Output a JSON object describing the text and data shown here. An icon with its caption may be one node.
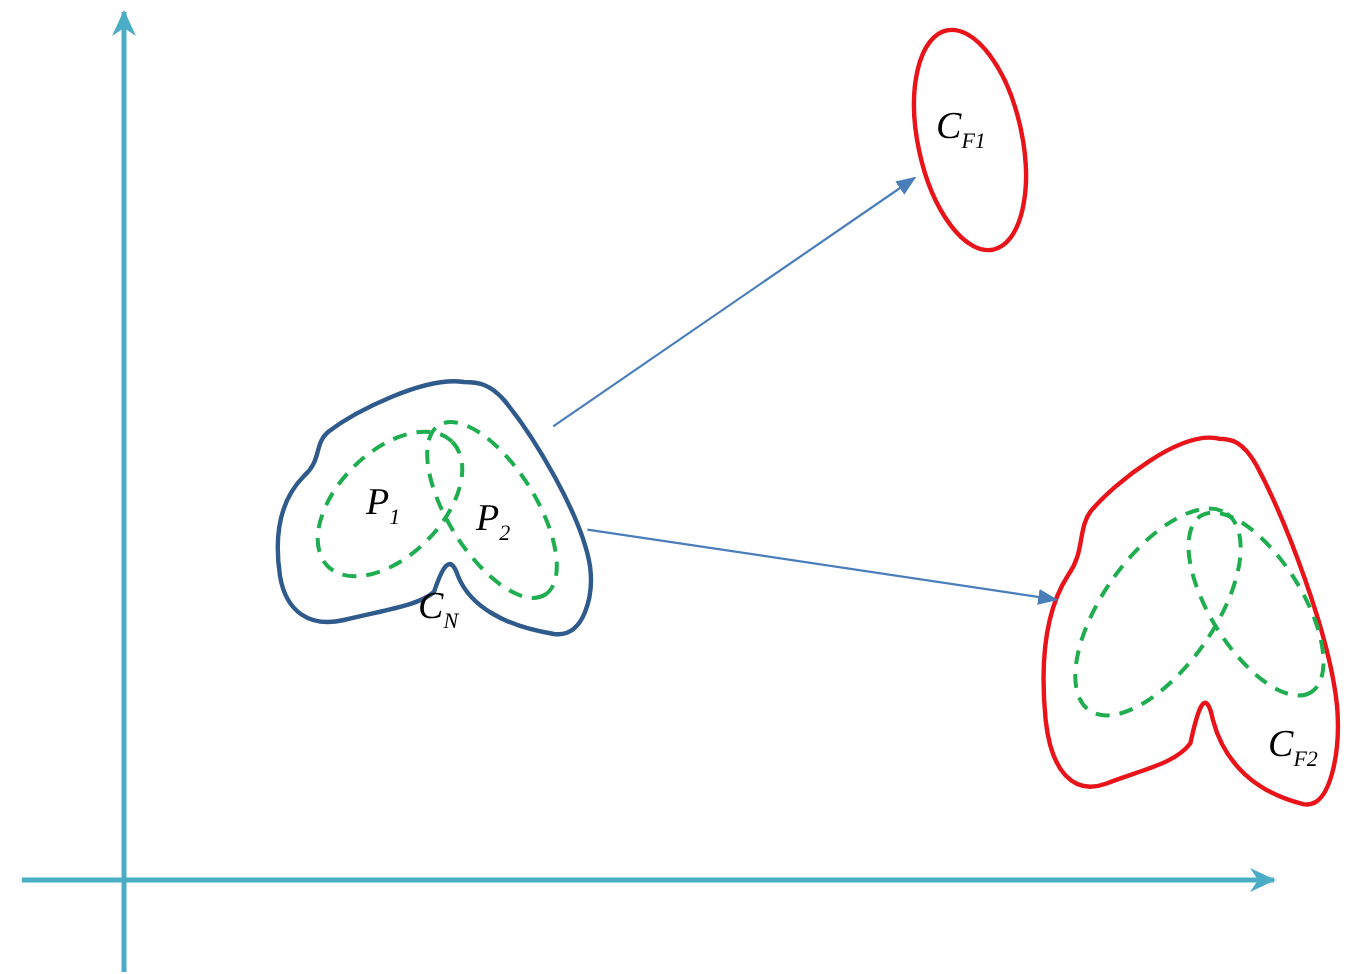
{
  "diagram": {
    "nodes": [
      {
        "text": [
          "C$_{N}$"
        ]
      },
      {
        "text": [
          "P$_{1}$"
        ],
        "in": 0
      },
      {
        "text": [
          "P$_{2}$"
        ],
        "in": 0
      },
      {
        "text": [
          "C$_{F1}$"
        ]
      },
      {
        "text": [
          "C$_{F2}$"
        ]
      },
      {
        "text": [],
        "shape": "ellipse",
        "in": 4
      },
      {
        "text": [],
        "shape": "ellipse",
        "in": 4
      }
    ],
    "edges": [
      {
        "from": 0,
        "to": 3,
        "arrow": "to"
      },
      {
        "from": 0,
        "to": 4,
        "arrow": "to"
      }
    ]
  }
}
